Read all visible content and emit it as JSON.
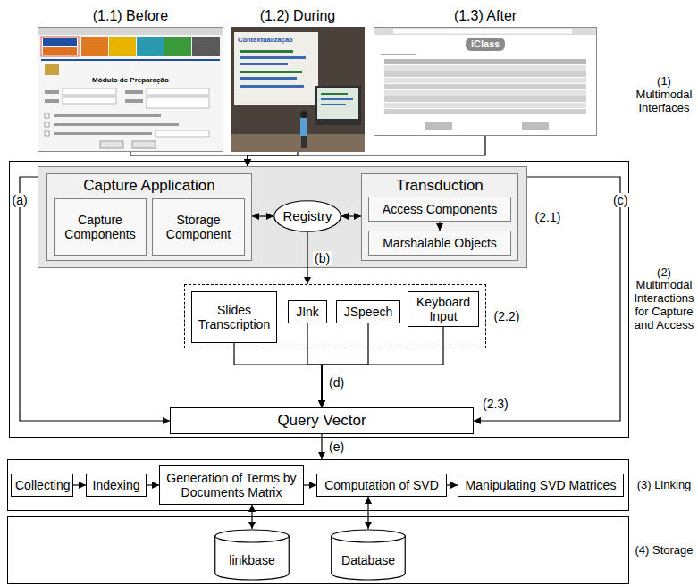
{
  "diagram": {
    "nodes": [
      {
        "text": [
          "(1.1) Before"
        ]
      },
      {
        "text": [
          "(1.2) During"
        ]
      },
      {
        "text": [
          "(1.3) After"
        ]
      },
      {
        "text": [
          "(2) Multimodal Interactions for Capture and Access"
        ]
      },
      {
        "text": [
          "(2.1)"
        ],
        "in": 3
      },
      {
        "text": [
          "Capture Application"
        ],
        "in": 4
      },
      {
        "text": [
          "Capture Components"
        ],
        "in": 5
      },
      {
        "text": [
          "Storage Component"
        ],
        "in": 5
      },
      {
        "text": [
          "Registry"
        ],
        "in": 4
      },
      {
        "text": [
          "Transduction"
        ],
        "in": 4
      },
      {
        "text": [
          "Access Components"
        ],
        "in": 9
      },
      {
        "text": [
          "Marshalable Objects"
        ],
        "in": 9
      },
      {
        "text": [
          "(2.2)"
        ],
        "in": 3
      },
      {
        "text": [
          "Slides Transcription"
        ],
        "in": 12
      },
      {
        "text": [
          "JInk"
        ],
        "in": 12
      },
      {
        "text": [
          "JSpeech"
        ],
        "in": 12
      },
      {
        "text": [
          "Keyboard Input"
        ],
        "in": 12
      },
      {
        "text": [
          "Query Vector"
        ],
        "in": 3
      },
      {
        "text": [
          "(3) Linking"
        ]
      },
      {
        "text": [
          "Collecting"
        ],
        "in": 18
      },
      {
        "text": [
          "Indexing"
        ],
        "in": 18
      },
      {
        "text": [
          "Generation of Terms by Documents Matrix"
        ],
        "in": 18
      },
      {
        "text": [
          "Computation of SVD"
        ],
        "in": 18
      },
      {
        "text": [
          "Manipulating SVD Matrices"
        ],
        "in": 18
      },
      {
        "text": [
          "(4) Storage"
        ]
      },
      {
        "text": [
          "linkbase"
        ],
        "in": 24
      },
      {
        "text": [
          "Database"
        ],
        "in": 24
      }
    ],
    "edges": [
      {
        "from": 0,
        "to": 4,
        "arrow": "to"
      },
      {
        "from": 1,
        "to": 4,
        "arrow": "to"
      },
      {
        "from": 2,
        "to": 4,
        "arrow": "to"
      },
      {
        "from": 4,
        "to": 17,
        "label": "(a)",
        "arrow": "to"
      },
      {
        "from": 4,
        "to": 17,
        "label": "(c)",
        "arrow": "to"
      },
      {
        "from": 5,
        "to": 8,
        "arrow": "both"
      },
      {
        "from": 8,
        "to": 9,
        "arrow": "both"
      },
      {
        "from": 10,
        "to": 11,
        "arrow": "to"
      },
      {
        "from": 8,
        "to": 12,
        "label": "(b)",
        "arrow": "to"
      },
      {
        "from": 13,
        "to": 17,
        "arrow": "to"
      },
      {
        "from": 14,
        "to": 17,
        "arrow": "to"
      },
      {
        "from": 15,
        "to": 17,
        "arrow": "to"
      },
      {
        "from": 16,
        "to": 17,
        "arrow": "to"
      },
      {
        "from": 17,
        "to": 18,
        "label": "(e)",
        "arrow": "to"
      },
      {
        "from": 19,
        "to": 20,
        "arrow": "to"
      },
      {
        "from": 20,
        "to": 21,
        "arrow": "to"
      },
      {
        "from": 21,
        "to": 22,
        "arrow": "to"
      },
      {
        "from": 22,
        "to": 23,
        "arrow": "to"
      },
      {
        "from": 21,
        "to": 25,
        "arrow": "both"
      },
      {
        "from": 22,
        "to": 26,
        "arrow": "both"
      }
    ],
    "labels": [
      "(1) Multimodal Interfaces",
      "(d)",
      "(2.3)",
      "Módulo de Preparação",
      "Contextualização",
      "iClass"
    ]
  }
}
